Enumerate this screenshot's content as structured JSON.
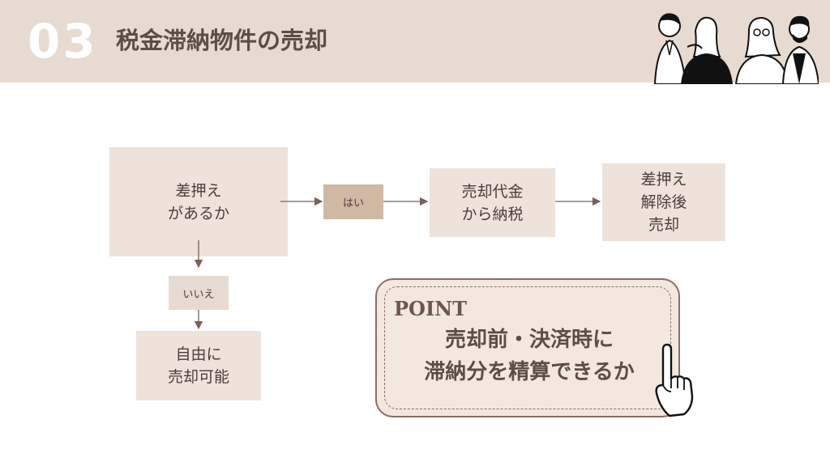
{
  "header": {
    "section_number": "03",
    "title": "税金滞納物件の売却"
  },
  "flow": {
    "question": "差押え\nがあるか",
    "yes_label": "はい",
    "no_label": "いいえ",
    "proceeds": "売却代金\nから納税",
    "release_sale": "差押え\n解除後\n売却",
    "free_sale": "自由に\n売却可能"
  },
  "point": {
    "label": "POINT",
    "text": "売却前・決済時に\n滞納分を精算できるか"
  },
  "colors": {
    "header_bg": "#e7dbd1",
    "box_light": "#ede3db",
    "box_tag_dark": "#cfb8a4",
    "arrow": "#7a6059",
    "text": "#4a3f3a"
  },
  "icons": [
    "people-illustration-icon",
    "pointing-hand-icon"
  ]
}
